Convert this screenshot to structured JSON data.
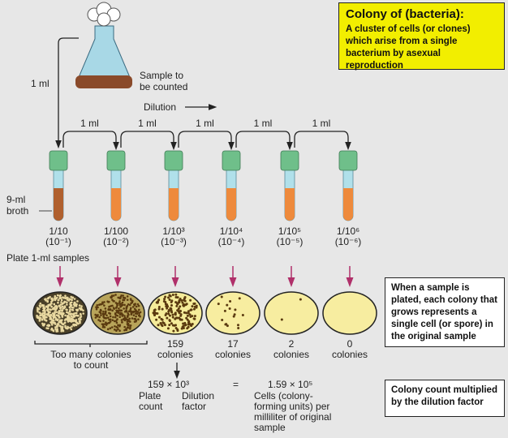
{
  "definition": {
    "title": "Colony of (bacteria):",
    "body": "A cluster of cells (or clones) which arise from a single bacterium by asexual reproduction",
    "color": "#f2ee00"
  },
  "flask": {
    "label_line1": "Sample to",
    "label_line2": "be counted",
    "transfer": "1 ml"
  },
  "dilution_label": "Dilution",
  "broth_label": {
    "line1": "9-ml",
    "line2": "broth"
  },
  "transfers": [
    "1 ml",
    "1 ml",
    "1 ml",
    "1 ml",
    "1 ml"
  ],
  "tubes": [
    {
      "fraction": "1/10",
      "power": "(10⁻¹)"
    },
    {
      "fraction": "1/100",
      "power": "(10⁻²)"
    },
    {
      "fraction": "1/10³",
      "power": "(10⁻³)"
    },
    {
      "fraction": "1/10⁴",
      "power": "(10⁻⁴)"
    },
    {
      "fraction": "1/10⁵",
      "power": "(10⁻⁵)"
    },
    {
      "fraction": "1/10⁶",
      "power": "(10⁻⁶)"
    }
  ],
  "plate_label": "Plate 1-ml samples",
  "plates": [
    {
      "count": "",
      "unit": ""
    },
    {
      "count": "",
      "unit": ""
    },
    {
      "count": "159",
      "unit": "colonies"
    },
    {
      "count": "17",
      "unit": "colonies"
    },
    {
      "count": "2",
      "unit": "colonies"
    },
    {
      "count": "0",
      "unit": "colonies"
    }
  ],
  "too_many": {
    "line1": "Too many colonies",
    "line2": "to count"
  },
  "calculation": {
    "expression": "159  ×  10³",
    "equals": "=",
    "result": "1.59  ×  10⁵",
    "plate_count": [
      "Plate",
      "count"
    ],
    "dilution_factor": [
      "Dilution",
      "factor"
    ],
    "result_desc": [
      "Cells (colony-",
      "forming units) per",
      "milliliter of original",
      "sample"
    ]
  },
  "note_plating": "When a sample is plated, each colony that grows represents a single cell (or spore) in the original sample",
  "note_multiply": "Colony count multiplied by the dilution factor"
}
